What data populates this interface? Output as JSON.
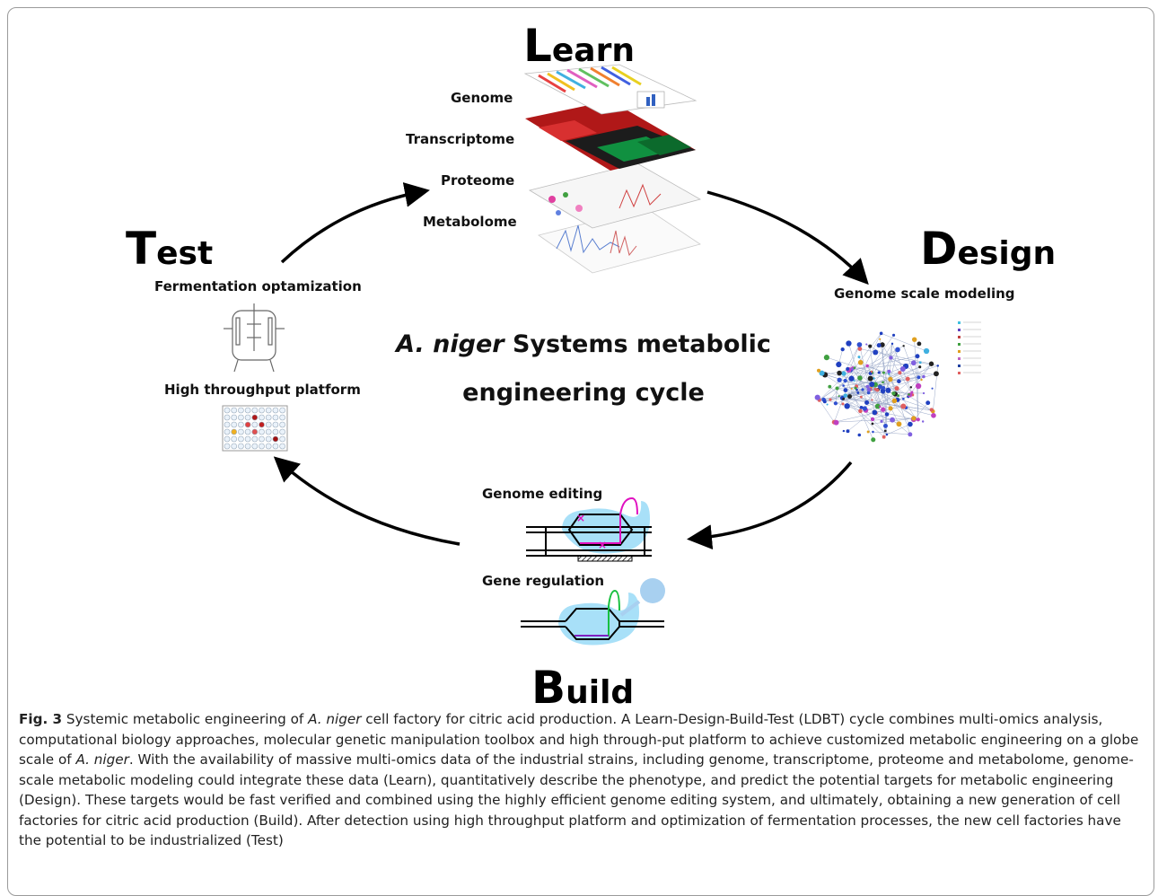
{
  "stages": {
    "learn": {
      "initial": "L",
      "rest": "earn"
    },
    "design": {
      "initial": "D",
      "rest": "esign"
    },
    "build": {
      "initial": "B",
      "rest": "uild"
    },
    "test": {
      "initial": "T",
      "rest": "est"
    }
  },
  "learn_layers": [
    "Genome",
    "Transcriptome",
    "Proteome",
    "Metabolome"
  ],
  "design_label": "Genome scale modeling",
  "build_labels": {
    "editing": "Genome editing",
    "regulation": "Gene regulation"
  },
  "test_labels": {
    "fermentation": "Fermentation optamization",
    "platform": "High throughput platform"
  },
  "center": {
    "line1_italic": "A. niger",
    "line1_rest": " Systems metabolic",
    "line2": "engineering cycle"
  },
  "caption": {
    "fig_label": "Fig. 3",
    "p1": "  Systemic metabolic engineering of ",
    "p1_it": "A. niger",
    "p2": " cell factory for citric acid production. A Learn-Design-Build-Test (LDBT) cycle combines multi-omics analysis, computational biology approaches, molecular genetic manipulation toolbox and high through-put platform to achieve customized metabolic engineering on a globe scale of ",
    "p2_it": "A. niger",
    "p3": ". With the availability of massive multi-omics data of the industrial strains, including genome, transcriptome, proteome and metabolome, genome-scale metabolic modeling could integrate these data (Learn), quantitatively describe the phenotype, and predict the potential targets for metabolic engineering (Design). These targets would be fast verified and combined using the highly efficient genome editing system, and ultimately, obtaining a new generation of cell factories for citric acid production (Build). After detection using high throughput platform and optimization of fermentation processes, the new cell factories have the potential to be industrialized (Test)"
  },
  "colors": {
    "editing_accent": "#e010c0",
    "regulation_accent": "#18c040",
    "bubble": "#a8e0f8",
    "heat_red": "#c01818",
    "heat_green": "#10a040"
  }
}
